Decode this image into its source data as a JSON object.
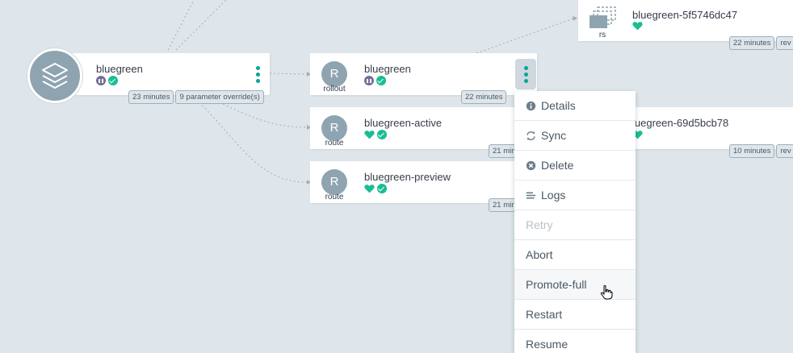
{
  "app_node": {
    "name": "bluegreen",
    "tags": [
      "23 minutes",
      "9 parameter override(s)"
    ]
  },
  "rollout_node": {
    "name": "bluegreen",
    "kind": "rollout",
    "initial": "R",
    "tags": [
      "22 minutes"
    ]
  },
  "route_active_node": {
    "name": "bluegreen-active",
    "kind": "route",
    "initial": "R",
    "tags": [
      "21 min"
    ]
  },
  "route_preview_node": {
    "name": "bluegreen-preview",
    "kind": "route",
    "initial": "R",
    "tags": [
      "21 min"
    ]
  },
  "rs_top_node": {
    "name": "bluegreen-5f5746dc47",
    "kind": "rs",
    "tags": [
      "22 minutes",
      "rev"
    ]
  },
  "rs_mid_node": {
    "name": "luegreen-69d5bcb78",
    "tags": [
      "10 minutes",
      "rev"
    ]
  },
  "context_menu": {
    "items": [
      {
        "label": "Details",
        "icon": "info-icon"
      },
      {
        "label": "Sync",
        "icon": "sync-icon"
      },
      {
        "label": "Delete",
        "icon": "delete-icon"
      },
      {
        "label": "Logs",
        "icon": "logs-icon"
      },
      {
        "label": "Retry"
      },
      {
        "label": "Abort"
      },
      {
        "label": "Promote-full"
      },
      {
        "label": "Restart"
      },
      {
        "label": "Resume"
      }
    ]
  },
  "colors": {
    "background": "#dee6eb",
    "healthy": "#18be94",
    "suspended": "#766f94",
    "accent": "#0dadea"
  }
}
